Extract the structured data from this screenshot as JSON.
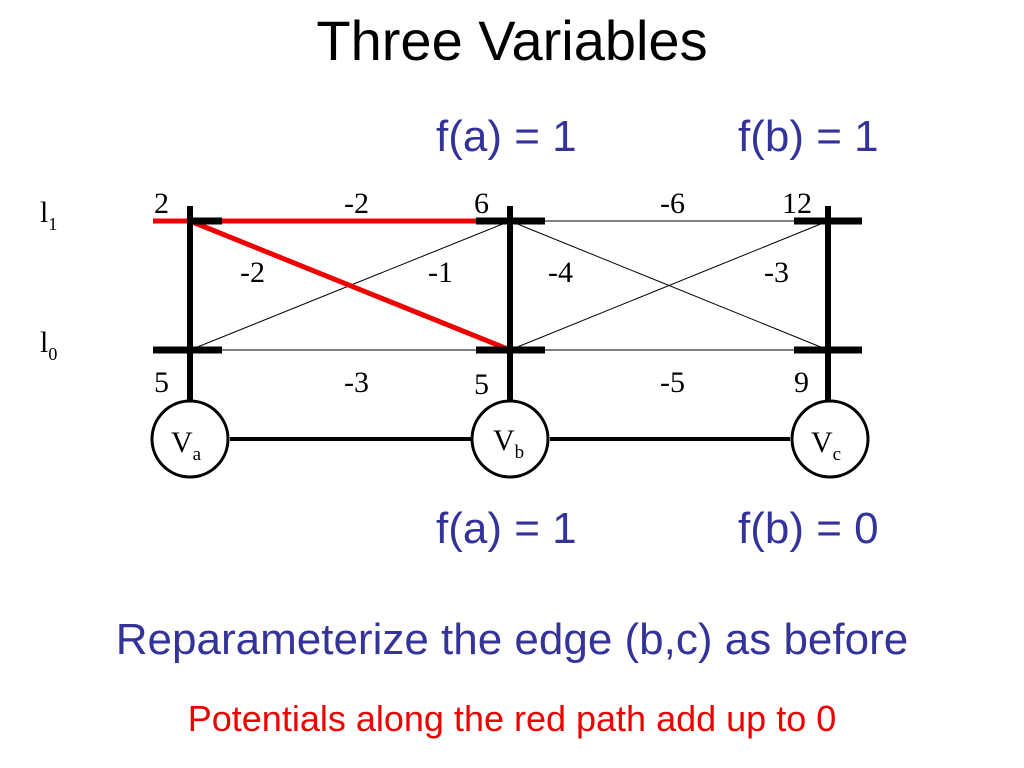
{
  "title": "Three Variables",
  "top_labels": {
    "left": "f(a) = 1",
    "right": "f(b) = 1"
  },
  "bottom_labels": {
    "left": "f(a) = 1",
    "right": "f(b) = 0"
  },
  "caption_main": "Reparameterize the edge (b,c) as before",
  "caption_red": "Potentials along the red path add up to 0",
  "colors": {
    "blue": "#333399",
    "red": "#ee0000",
    "black": "#000000"
  },
  "row_labels": {
    "top": {
      "base": "l",
      "sub": "1"
    },
    "bottom": {
      "base": "l",
      "sub": "0"
    }
  },
  "nodes": [
    {
      "base": "V",
      "sub": "a"
    },
    {
      "base": "V",
      "sub": "b"
    },
    {
      "base": "V",
      "sub": "c"
    }
  ],
  "unary": {
    "a_top": "2",
    "b_top": "6",
    "c_top": "12",
    "a_bottom": "5",
    "b_bottom": "5",
    "c_bottom": "9"
  },
  "pairwise_ab": {
    "top": "-2",
    "cross_a1_b0": "-2",
    "cross_a0_b1": "-1",
    "bottom": "-3"
  },
  "pairwise_bc": {
    "top": "-6",
    "cross_b1_c0": "-4",
    "cross_b0_c1": "-3",
    "bottom": "-5"
  }
}
